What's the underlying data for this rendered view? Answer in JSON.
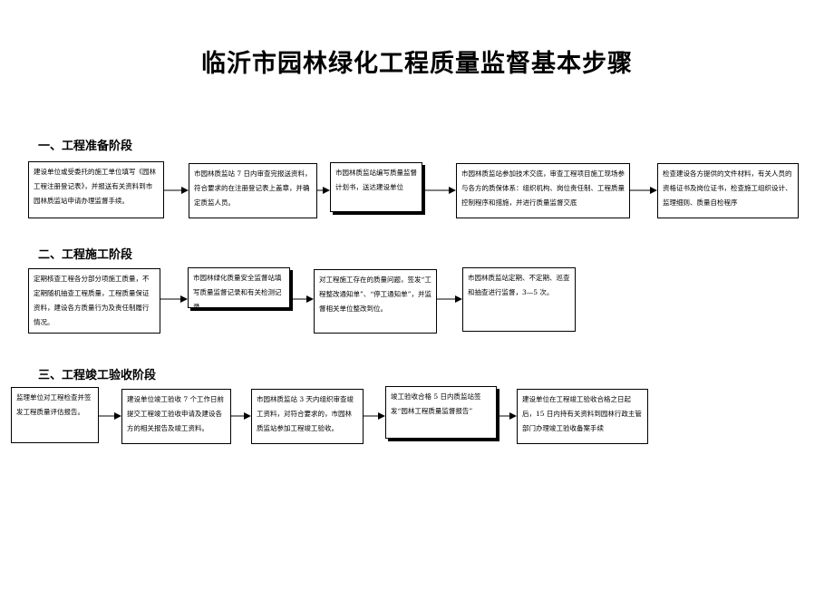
{
  "title": "临沂市园林绿化工程质量监督基本步骤",
  "sections": [
    {
      "heading": "一、工程准备阶段",
      "steps": [
        "建设单位或受委托的施工单位填写《园林工程注册登记表》，并报送有关资料到市园林质监站申请办理监督手续。",
        "市园林质监站 7 日内审查完报送资料，符合要求的在注册登记表上盖章，并确定质监人员。",
        "市园林质监站编写质量监督计划书，送达建设单位",
        "市园林质监站参加技术交底，审查工程项目施工现场参与各方的质保体系：组织机构、岗位责任制、工程质量控制程序和措施，并进行质量监督交底",
        "检查建设各方提供的文件材料，有关人员的资格证书及岗位证书，检查施工组织设计、监理细则、质量自检程序"
      ]
    },
    {
      "heading": "二、工程施工阶段",
      "steps": [
        "定期核查工程各分部分项施工质量，不定期随机抽查工程质量，工程质量保证资料，建设各方质量行为及责任制履行情况。",
        "市园林绿化质量安全监督站填写质量监督记录和有关检测记录。",
        "对工程施工存在的质量问题，签发“工程整改通知单”、“停工通知单”，并监督相关单位整改到位。",
        "市园林质监站定期、不定期、巡查和抽查进行监督，3—5 次。"
      ]
    },
    {
      "heading": "三、工程竣工验收阶段",
      "steps": [
        "监理单位对工程检查并签发工程质量评估报告。",
        "建设单位竣工验收 7 个工作日前提交工程竣工验收申请及建设各方的相关报告及竣工资料。",
        "市园林质监站 3 天内组织审查竣工资料，对符合要求的，市园林质监站参加工程竣工验收。",
        "竣工验收合格 5 日内质监站签发“园林工程质量监督报告”",
        "建设单位在工程竣工验收合格之日起后，15 日内持有关资料到园林行政主管部门办理竣工验收备案手续"
      ]
    }
  ]
}
